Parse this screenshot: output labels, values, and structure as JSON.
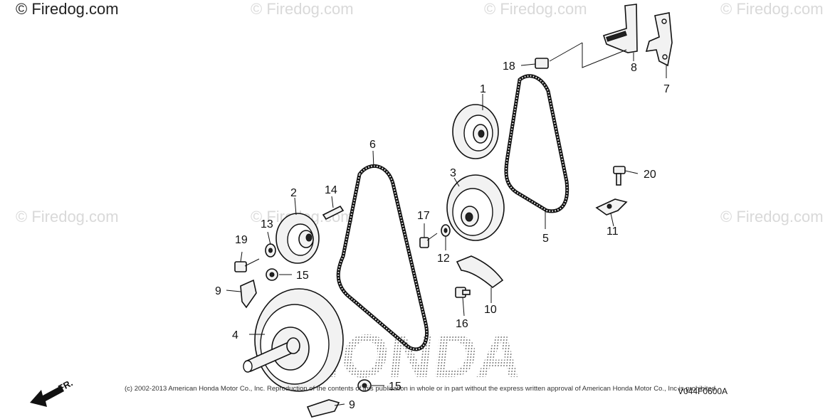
{
  "watermarks": [
    "© Firedog.com",
    "© Firedog.com",
    "© Firedog.com",
    "© Firedog.com",
    "© Firedog.com",
    "© Firedog.com",
    "© Firedog.com"
  ],
  "brand_watermark": "HONDA",
  "direction_label": "FR.",
  "copyright": "(c) 2002-2013 American Honda Motor Co., Inc. Reproduction of the contents of this publication in whole or in part without the express written approval of American Honda Motor Co., Inc is prohibited",
  "diagram_code": "V044F0600A",
  "callouts": {
    "c1": "1",
    "c2": "2",
    "c3": "3",
    "c4": "4",
    "c5": "5",
    "c6": "6",
    "c7": "7",
    "c8": "8",
    "c9a": "9",
    "c9b": "9",
    "c10": "10",
    "c11": "11",
    "c12": "12",
    "c13": "13",
    "c14": "14",
    "c15a": "15",
    "c15b": "15",
    "c16": "16",
    "c17": "17",
    "c18": "18",
    "c19": "19",
    "c20": "20"
  }
}
